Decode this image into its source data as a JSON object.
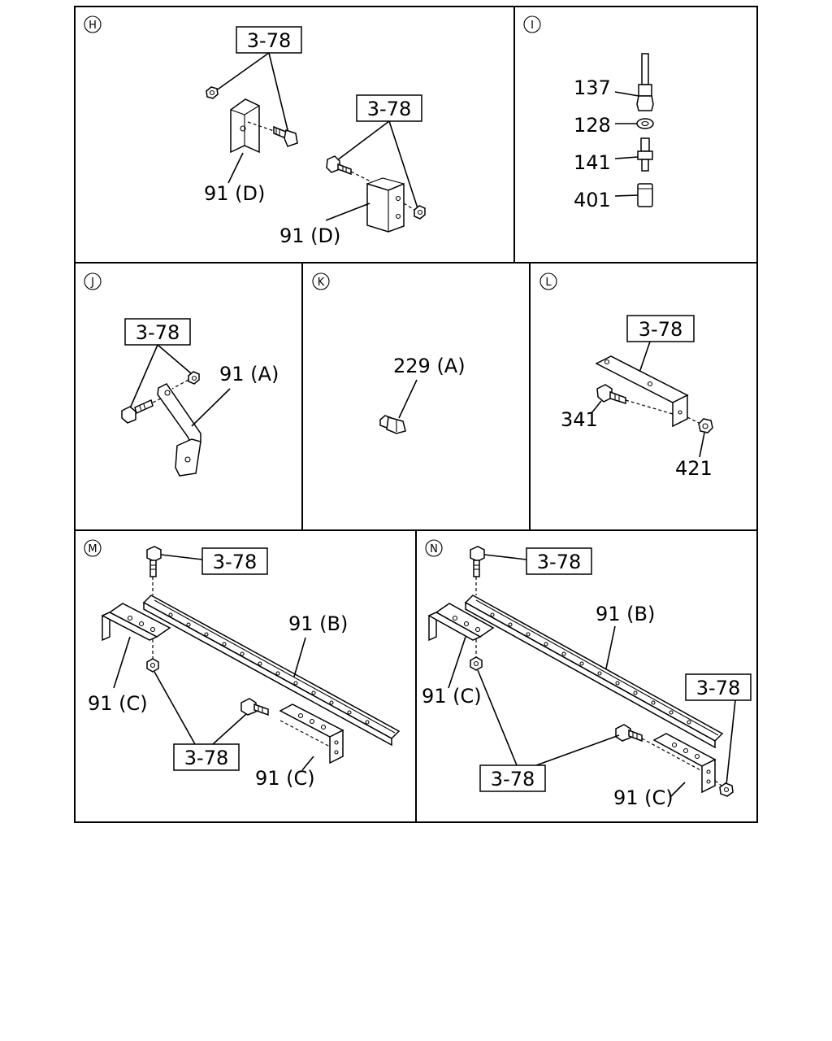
{
  "panels": {
    "h": {
      "letter": "H",
      "refs": [
        "3-78",
        "3-78"
      ],
      "labels": [
        "91 (D)",
        "91 (D)"
      ]
    },
    "i": {
      "letter": "I",
      "labels": [
        "137",
        "128",
        "141",
        "401"
      ]
    },
    "j": {
      "letter": "J",
      "refs": [
        "3-78"
      ],
      "labels": [
        "91 (A)"
      ]
    },
    "k": {
      "letter": "K",
      "labels": [
        "229 (A)"
      ]
    },
    "l": {
      "letter": "L",
      "refs": [
        "3-78"
      ],
      "labels": [
        "341",
        "421"
      ]
    },
    "m": {
      "letter": "M",
      "refs": [
        "3-78",
        "3-78"
      ],
      "labels": [
        "91 (B)",
        "91 (C)",
        "91 (C)"
      ]
    },
    "n": {
      "letter": "N",
      "refs": [
        "3-78",
        "3-78",
        "3-78"
      ],
      "labels": [
        "91 (B)",
        "91 (C)",
        "91 (C)"
      ]
    }
  }
}
